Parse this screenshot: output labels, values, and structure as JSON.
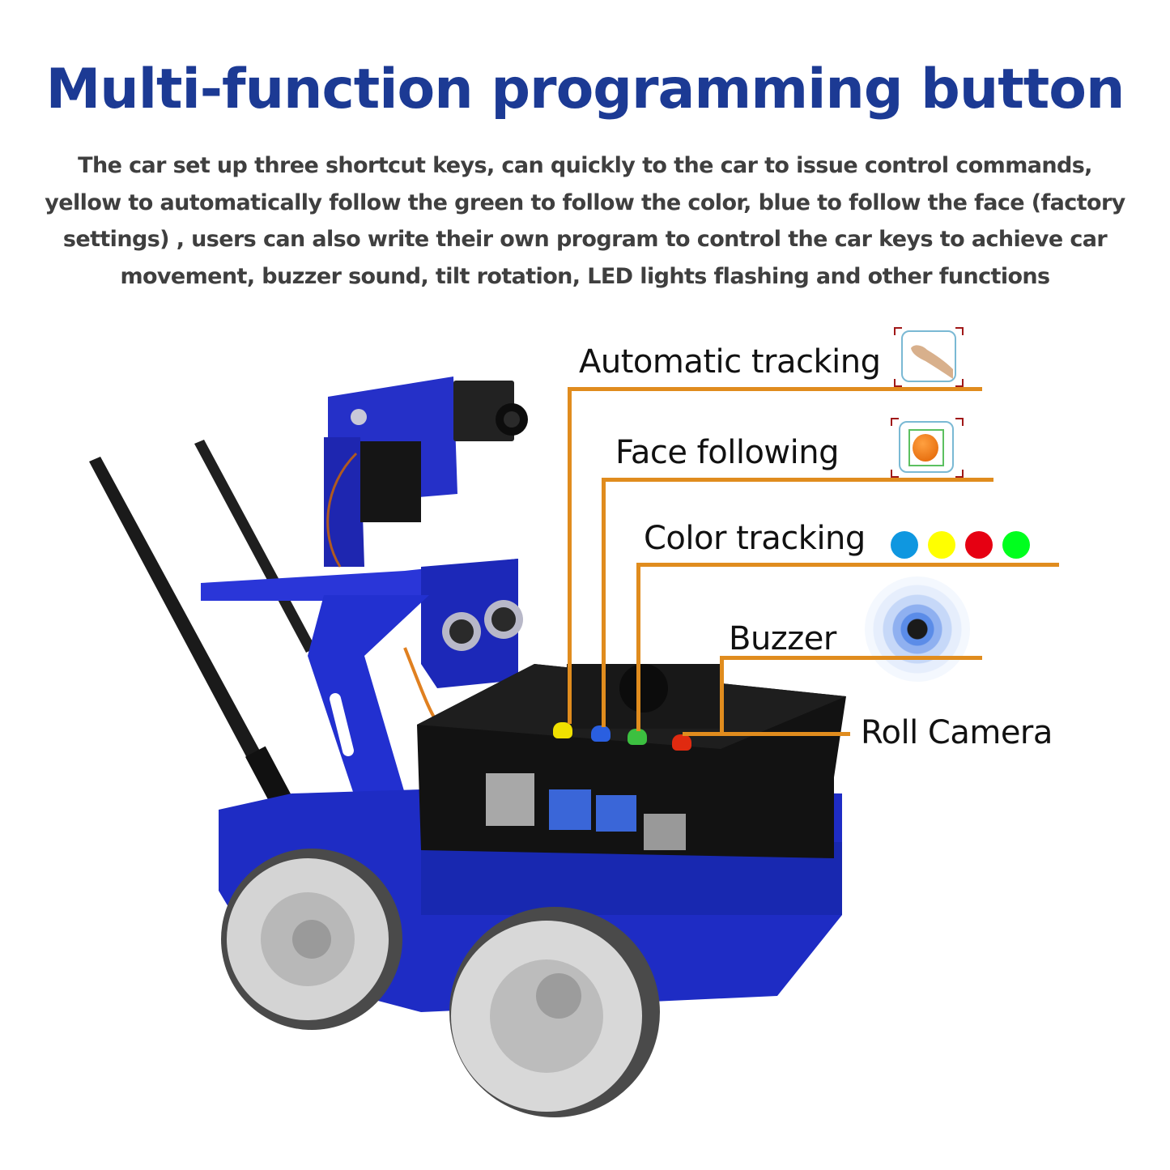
{
  "header": {
    "title": "Multi-function programming button",
    "description_lines": [
      "The car set up three shortcut keys, can quickly to the car to issue control commands,",
      "yellow to automatically follow the green to follow the color, blue to follow the face (factory",
      "settings) , users can also write their own program to control the car keys to achieve car",
      "movement, buzzer sound, tilt rotation, LED lights flashing and other functions"
    ]
  },
  "callouts": [
    {
      "label": "Automatic tracking",
      "icon": "hand-tracking-icon",
      "button_color": "yellow"
    },
    {
      "label": "Face following",
      "icon": "orange-target-icon",
      "button_color": "blue"
    },
    {
      "label": "Color tracking",
      "icon": "color-dots-icon",
      "button_color": "green"
    },
    {
      "label": "Buzzer",
      "icon": "buzzer-icon"
    },
    {
      "label": "Roll Camera",
      "button_color": "red"
    }
  ],
  "color_dots": [
    "#0f97e0",
    "#ffff00",
    "#e60012",
    "#00ff1e"
  ],
  "colors": {
    "title": "#1c3a94",
    "description": "#3f3f3f",
    "callout_line": "#e08c1e",
    "robot_body": "#1e2fc8",
    "button_yellow": "#f0e000",
    "button_blue": "#2a5fe0",
    "button_green": "#3cc040",
    "button_red": "#e02a10"
  }
}
